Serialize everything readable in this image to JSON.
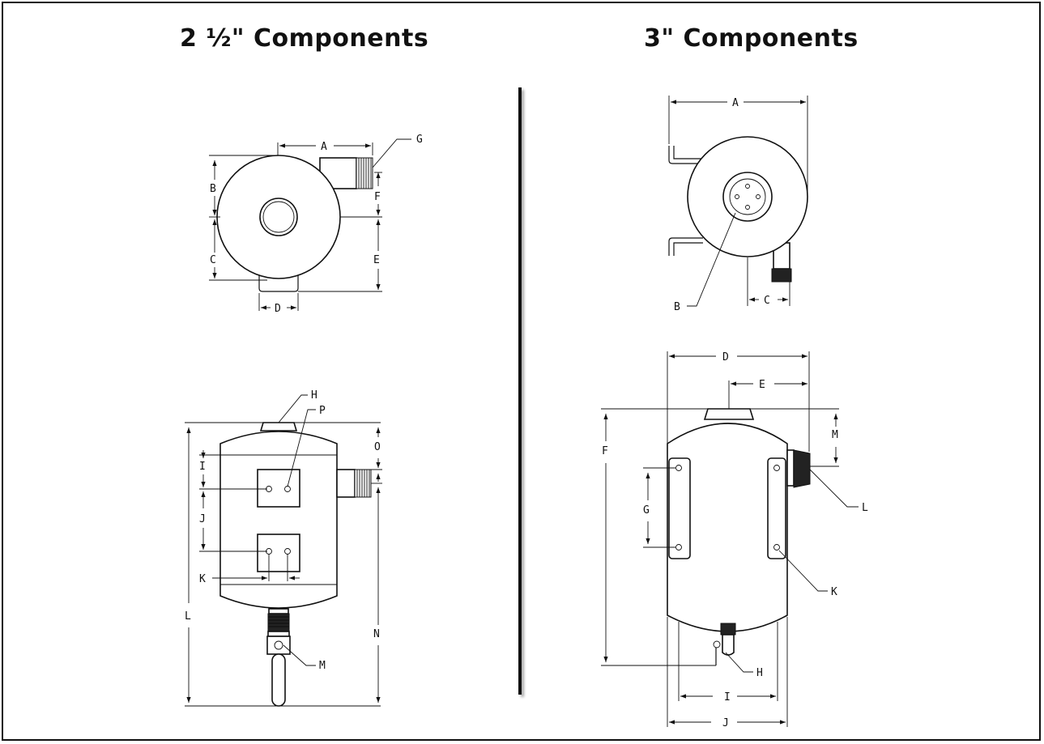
{
  "titles": {
    "left": "2 ½\" Components",
    "right": "3\" Components"
  },
  "left_top_labels": {
    "A": "A",
    "B": "B",
    "C": "C",
    "D": "D",
    "E": "E",
    "F": "F",
    "G": "G"
  },
  "left_side_labels": {
    "H": "H",
    "I": "I",
    "J": "J",
    "K": "K",
    "L": "L",
    "M": "M",
    "N": "N",
    "O": "O",
    "P": "P"
  },
  "right_top_labels": {
    "A": "A",
    "B": "B",
    "C": "C"
  },
  "right_side_labels": {
    "D": "D",
    "E": "E",
    "F": "F",
    "G": "G",
    "H": "H",
    "I": "I",
    "J": "J",
    "K": "K",
    "L": "L",
    "M": "M"
  }
}
